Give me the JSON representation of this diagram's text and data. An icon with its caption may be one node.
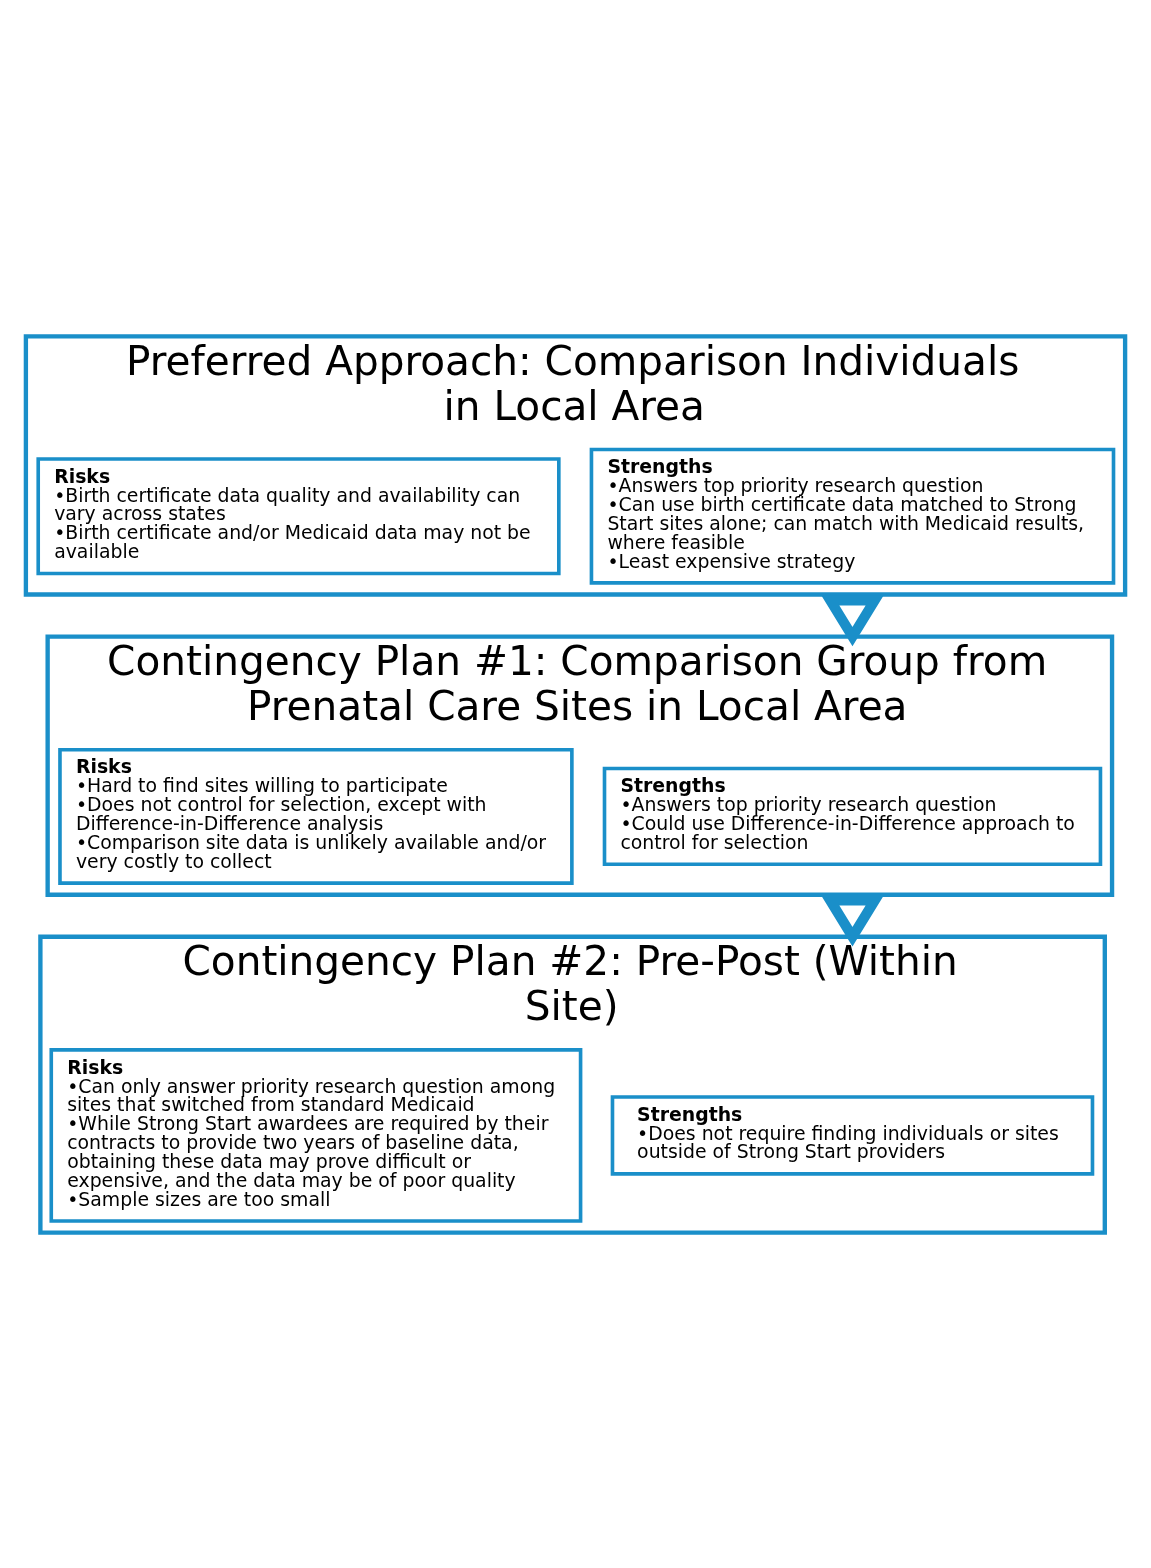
{
  "diagram": {
    "nodes": [
      {
        "text": [
          "Preferred Approach: Comparison Individuals in Local Area"
        ]
      },
      {
        "text": [
          "Strengths",
          "•Answers top priority research question",
          "•Can use birth certificate data matched to Strong Start sites alone; can match with Medicaid results, where feasible",
          "•Least expensive strategy"
        ],
        "in": 0
      },
      {
        "text": [
          "Risks",
          "•Birth certificate data quality and availability can vary across states",
          "•Birth certificate and/or Medicaid data may not be available"
        ],
        "in": 0
      },
      {
        "text": [
          "Contingency Plan #1: Comparison Group from Prenatal Care Sites in Local Area"
        ]
      },
      {
        "text": [
          "Strengths",
          "•Answers top priority research question",
          "•Could use Difference-in-Difference approach to control for selection"
        ],
        "in": 3
      },
      {
        "text": [
          "Risks",
          "•Hard to find sites willing to participate",
          "•Does not control for selection, except with Difference-in-Difference analysis",
          "•Comparison site data is unlikely available and/or very costly to collect"
        ],
        "in": 3
      },
      {
        "text": [
          "Contingency Plan #2: Pre-Post (Within Site)"
        ]
      },
      {
        "text": [
          "Strengths",
          "•Does not require finding individuals or sites outside of Strong Start providers"
        ],
        "in": 6
      },
      {
        "text": [
          "Risks",
          "•Can only answer priority research question among sites that switched from standard Medicaid",
          "•While Strong Start awardees are required by their contracts to provide two years of baseline data, obtaining these data may prove difficult or expensive, and the data may be of poor quality",
          "•Sample sizes are too small"
        ],
        "in": 6
      }
    ],
    "edges": [
      {
        "from": 0,
        "to": 3,
        "arrow": "to",
        "style": "thick"
      },
      {
        "from": 3,
        "to": 6,
        "arrow": "to",
        "style": "thick"
      }
    ]
  }
}
